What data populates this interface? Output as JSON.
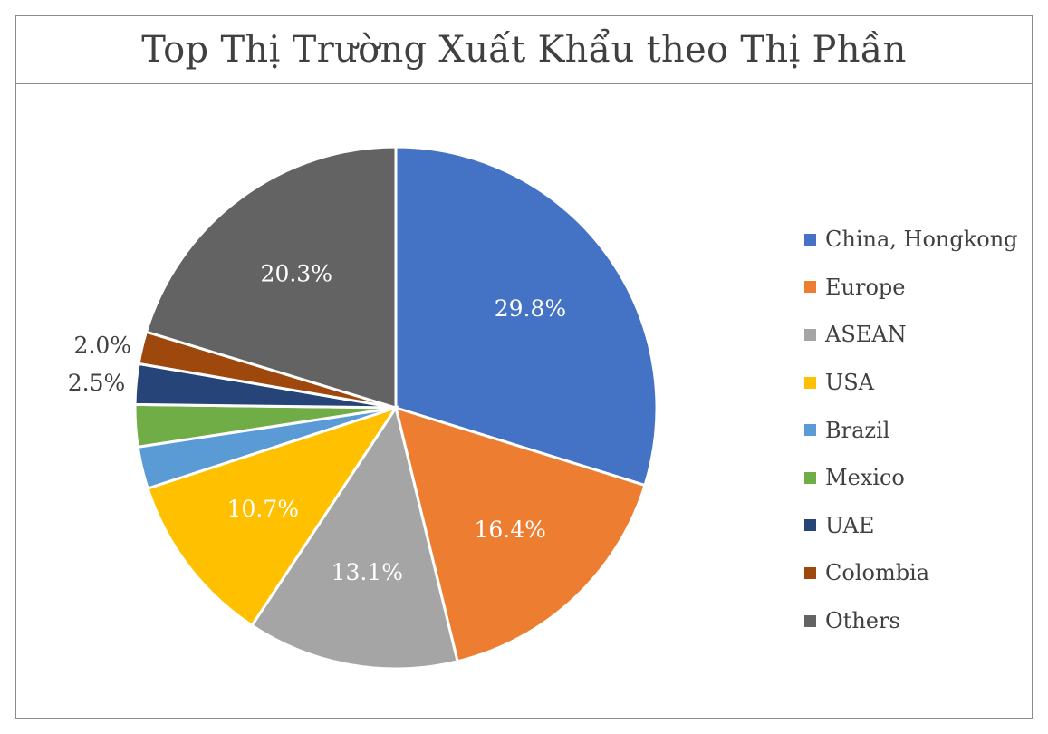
{
  "chart_data": {
    "type": "pie",
    "title": "Top Thị Trường Xuất Khẩu theo Thị Phần",
    "slices": [
      {
        "name": "China, Hongkong",
        "value": 29.8,
        "label": "29.8%",
        "color": "#4472C4",
        "label_color": "#ffffff",
        "label_inside": true
      },
      {
        "name": "Europe",
        "value": 16.4,
        "label": "16.4%",
        "color": "#ED7D31",
        "label_color": "#ffffff",
        "label_inside": true
      },
      {
        "name": "ASEAN",
        "value": 13.1,
        "label": "13.1%",
        "color": "#A5A5A5",
        "label_color": "#ffffff",
        "label_inside": true
      },
      {
        "name": "USA",
        "value": 10.7,
        "label": "10.7%",
        "color": "#FFC000",
        "label_color": "#ffffff",
        "label_inside": true
      },
      {
        "name": "Brazil",
        "value": 2.6,
        "label": "",
        "color": "#5B9BD5",
        "label_color": "#404040",
        "label_inside": false
      },
      {
        "name": "Mexico",
        "value": 2.6,
        "label": "",
        "color": "#70AD47",
        "label_color": "#404040",
        "label_inside": false
      },
      {
        "name": "UAE",
        "value": 2.5,
        "label": "2.5%",
        "color": "#264478",
        "label_color": "#404040",
        "label_inside": false
      },
      {
        "name": "Colombia",
        "value": 2.0,
        "label": "2.0%",
        "color": "#9E480E",
        "label_color": "#404040",
        "label_inside": false
      },
      {
        "name": "Others",
        "value": 20.3,
        "label": "20.3%",
        "color": "#636363",
        "label_color": "#ffffff",
        "label_inside": true
      }
    ],
    "legend_position": "right"
  }
}
